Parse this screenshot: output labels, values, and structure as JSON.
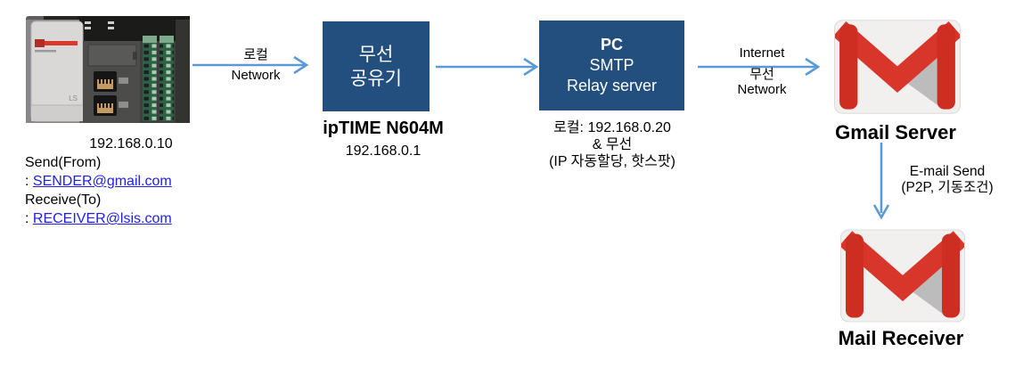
{
  "nodes": {
    "plc": {
      "ip": "192.168.0.10",
      "send_label": "Send(From)",
      "link_prefix": ": ",
      "send_email": "SENDER@gmail.com",
      "receive_label": "Receive(To)",
      "receive_email": "RECEIVER@lsis.com"
    },
    "router": {
      "label_line1": "무선",
      "label_line2": "공유기",
      "model": "ipTIME N604M",
      "ip": "192.168.0.1"
    },
    "pc": {
      "title": "PC",
      "subtitle_line1": "SMTP",
      "subtitle_line2": "Relay server",
      "caption_line1": "로컬: 192.168.0.20",
      "caption_line2": "& 무선",
      "caption_line3": "(IP 자동할당, 핫스팟)"
    },
    "gmail_server": {
      "label": "Gmail Server"
    },
    "mail_receiver": {
      "label": "Mail Receiver"
    }
  },
  "edges": {
    "plc_to_router": {
      "label_line1": "로컬",
      "label_line2": "Network"
    },
    "pc_to_gmail": {
      "label_line1": "Internet",
      "label_line2": "무선",
      "label_line3": "Network"
    },
    "gmail_to_receiver": {
      "label_line1": "E-mail Send",
      "label_line2": "(P2P, 기동조건)"
    }
  },
  "palette": {
    "node_box_fill": "#234F7E",
    "arrow_blue": "#5B9BD5",
    "hyperlink_blue": "#2020EE",
    "gmail_red": "#D8362A",
    "gmail_shadow_gray": "#BDBCBC",
    "gmail_background": "#F1F0EF",
    "text_black": "#000000"
  },
  "icons": {
    "gmail_server": "gmail-envelope-icon",
    "mail_receiver": "gmail-envelope-icon",
    "plc": "ls-xgb-plc-device-photo"
  }
}
